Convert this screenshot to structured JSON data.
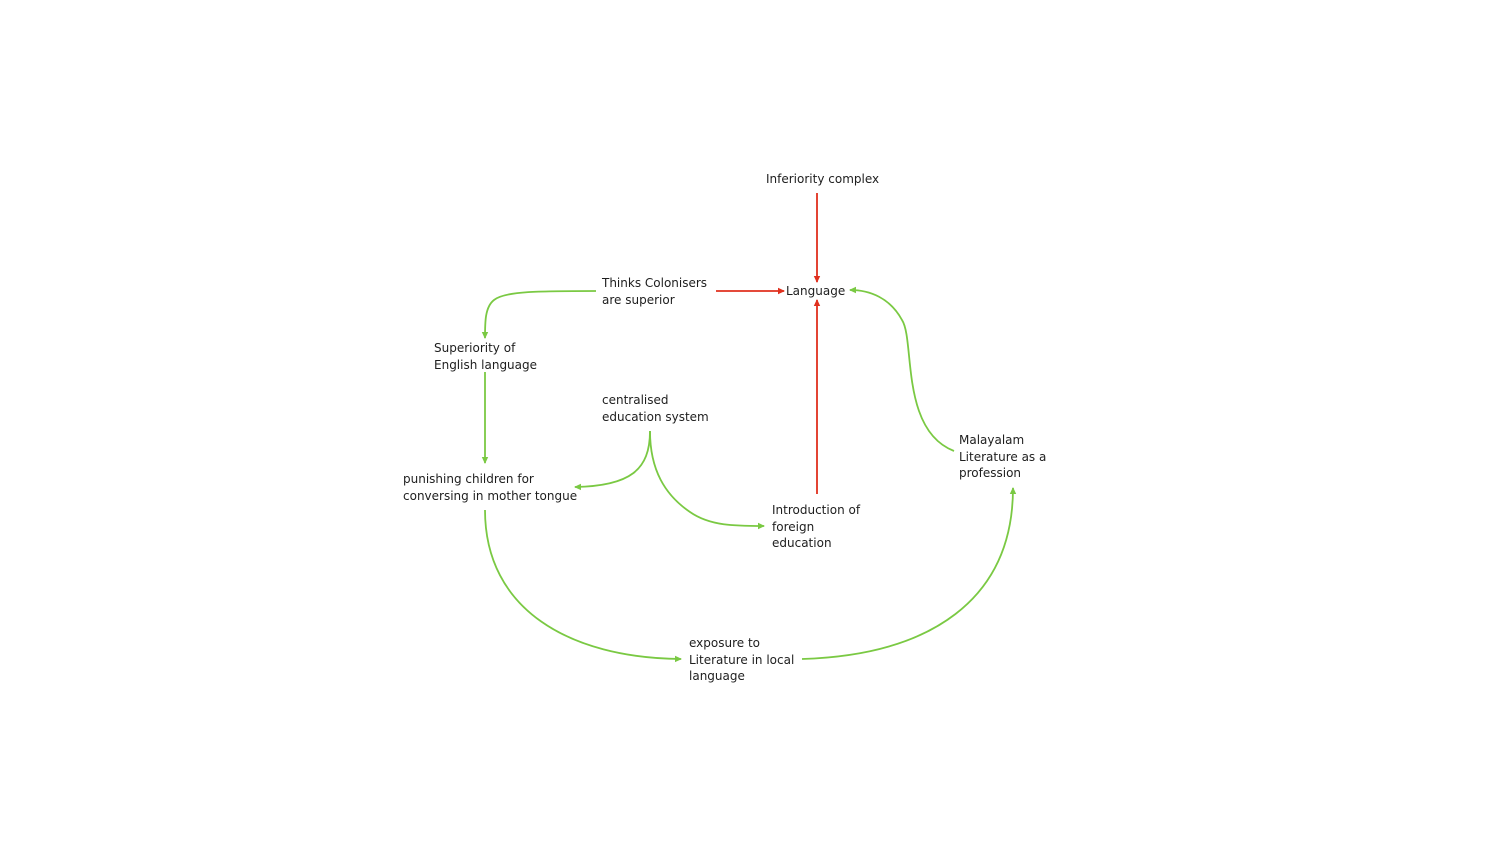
{
  "colors": {
    "positive_link": "#7ac943",
    "negative_link": "#e0301e",
    "text": "#1e1e1e",
    "background": "#ffffff"
  },
  "nodes": {
    "inferiority": "Inferiority complex",
    "language": "Language",
    "colonisers": "Thinks Colonisers\nare superior",
    "english": "Superiority of\nEnglish language",
    "centralised": "centralised\neducation system",
    "punishing": "punishing children for\nconversing in mother tongue",
    "foreign": "Introduction of\nforeign\neducation",
    "malayalam": "Malayalam\nLiterature as a\nprofession",
    "exposure": "exposure to\nLiterature in local\nlanguage"
  },
  "links": [
    {
      "from": "inferiority",
      "to": "language",
      "color": "negative"
    },
    {
      "from": "colonisers",
      "to": "language",
      "color": "negative"
    },
    {
      "from": "foreign",
      "to": "language",
      "color": "negative"
    },
    {
      "from": "malayalam",
      "to": "language",
      "color": "positive"
    },
    {
      "from": "colonisers",
      "to": "english",
      "color": "positive"
    },
    {
      "from": "english",
      "to": "punishing",
      "color": "positive"
    },
    {
      "from": "centralised",
      "to": "punishing",
      "color": "positive"
    },
    {
      "from": "centralised",
      "to": "foreign",
      "color": "positive"
    },
    {
      "from": "punishing",
      "to": "exposure",
      "color": "positive"
    },
    {
      "from": "exposure",
      "to": "malayalam",
      "color": "positive"
    }
  ]
}
